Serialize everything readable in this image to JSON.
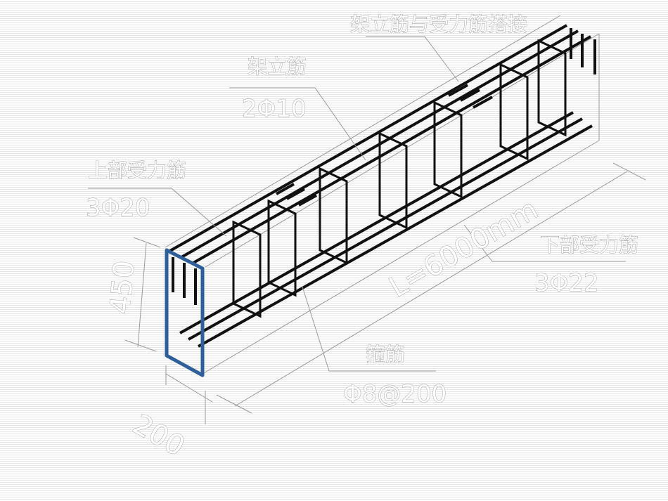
{
  "labels": {
    "lap_splice": "架立筋与受力筋搭接",
    "erection_bar": "架立筋",
    "erection_bar_spec": "2Φ10",
    "top_bar": "上部受力筋",
    "top_bar_spec": "3Φ20",
    "bottom_bar": "下部受力筋",
    "bottom_bar_spec": "3Φ22",
    "stirrup": "箍筋",
    "stirrup_spec": "Φ8@200"
  },
  "dimensions": {
    "height": "450",
    "width": "200",
    "length": "L=6000mm"
  },
  "colors": {
    "rebar": "#111111",
    "section_outline": "#2e5f99",
    "annotation": "#9a9a9a"
  }
}
